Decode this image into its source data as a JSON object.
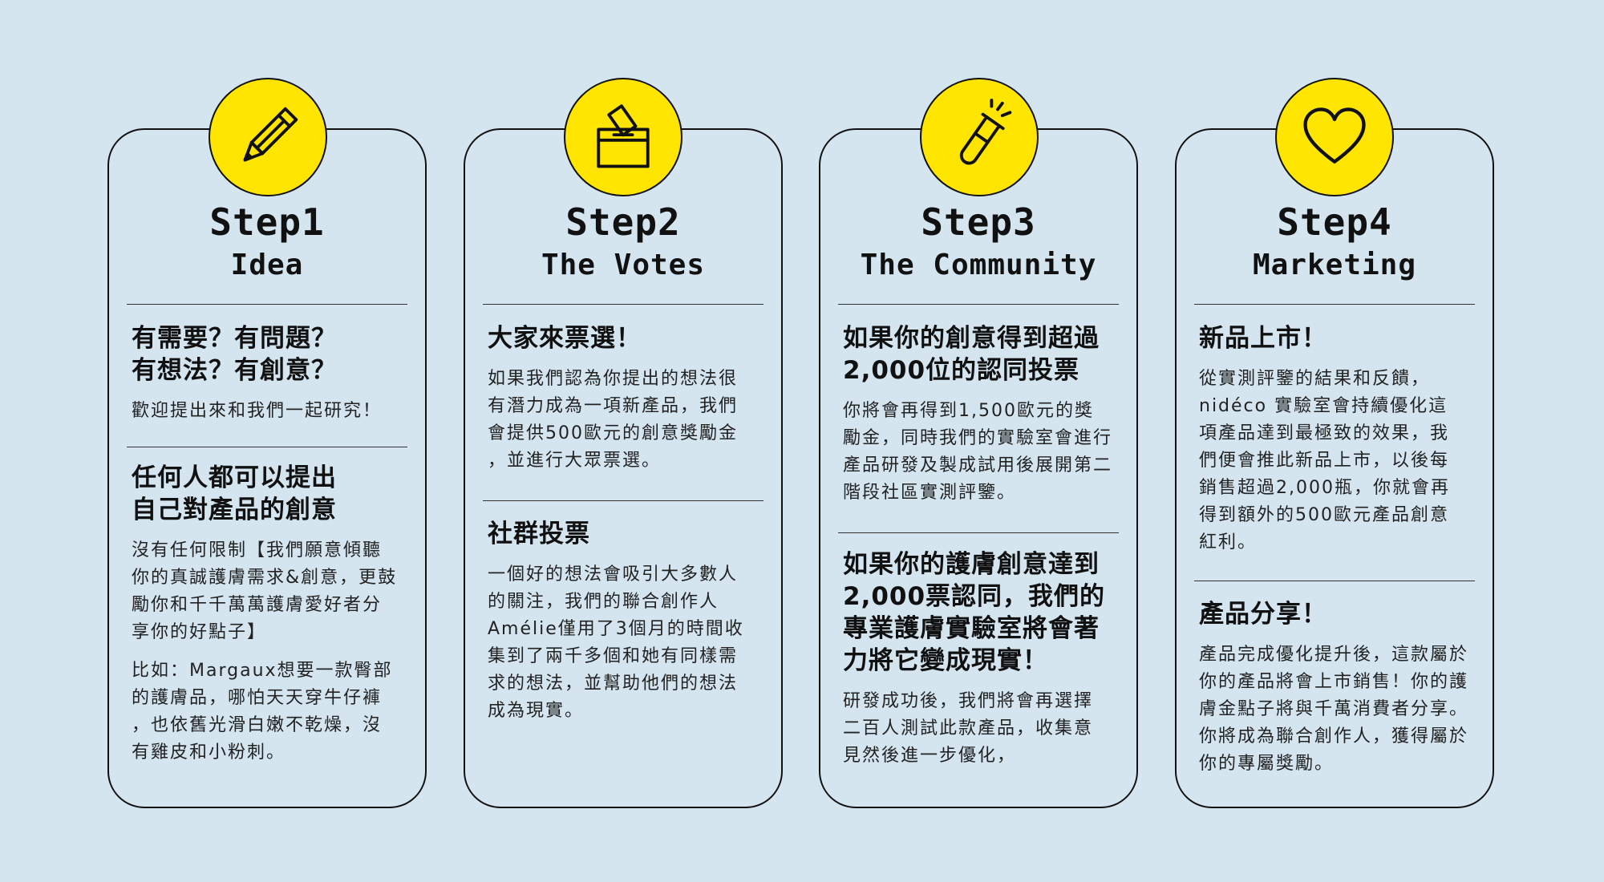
{
  "colors": {
    "background": "#d4e5f0",
    "accent": "#ffe500",
    "ink": "#111111"
  },
  "steps": [
    {
      "icon": "pencil-icon",
      "title": "Step1",
      "subtitle": "Idea",
      "s1_heading": "有需要？有問題？\n有想法？有創意？",
      "s1_body": "歡迎提出來和我們一起研究！",
      "s2_heading": "任何人都可以提出\n自己對產品的創意",
      "s2_body": "沒有任何限制【我們願意傾聽\n你的真誠護膚需求&創意，更鼓\n勵你和千千萬萬護膚愛好者分\n享你的好點子】",
      "s2_body2": "比如：Margaux想要一款臀部\n的護膚品，哪怕天天穿牛仔褲\n，也依舊光滑白嫩不乾燥，沒\n有雞皮和小粉刺。"
    },
    {
      "icon": "ballot-box-icon",
      "title": "Step2",
      "subtitle": "The Votes",
      "s1_heading": "大家來票選！",
      "s1_body": "如果我們認為你提出的想法很\n有潛力成為一項新產品，我們\n會提供500歐元的創意獎勵金\n，並進行大眾票選。",
      "s2_heading": "社群投票",
      "s2_body": "一個好的想法會吸引大多數人\n的關注，我們的聯合創作人\nAmélie僅用了3個月的時間收\n集到了兩千多個和她有同樣需\n求的想法，並幫助他們的想法\n成為現實。"
    },
    {
      "icon": "test-tube-icon",
      "title": "Step3",
      "subtitle": "The Community",
      "s1_heading": "如果你的創意得到超過\n2,000位的認同投票",
      "s1_body": "你將會再得到1,500歐元的獎\n勵金，同時我們的實驗室會進行\n產品研發及製成試用後展開第二\n階段社區實測評鑒。",
      "s2_heading": "如果你的護膚創意達到\n2,000票認同，我們的\n專業護膚實驗室將會著\n力將它變成現實！",
      "s2_body": "研發成功後，我們將會再選擇\n二百人測試此款產品，收集意\n見然後進一步優化，"
    },
    {
      "icon": "heart-icon",
      "title": "Step4",
      "subtitle": "Marketing",
      "s1_heading": "新品上市！",
      "s1_body": "從實測評鑒的結果和反饋，\nnidéco 實驗室會持續優化這\n項產品達到最極致的效果，我\n們便會推此新品上市，以後每\n銷售超過2,000瓶，你就會再\n得到額外的500歐元產品創意\n紅利。",
      "s2_heading": "產品分享！",
      "s2_body": "產品完成優化提升後，這款屬於\n你的產品將會上市銷售！你的護\n膚金點子將與千萬消費者分享。\n你將成為聯合創作人，獲得屬於\n你的專屬獎勵。"
    }
  ]
}
